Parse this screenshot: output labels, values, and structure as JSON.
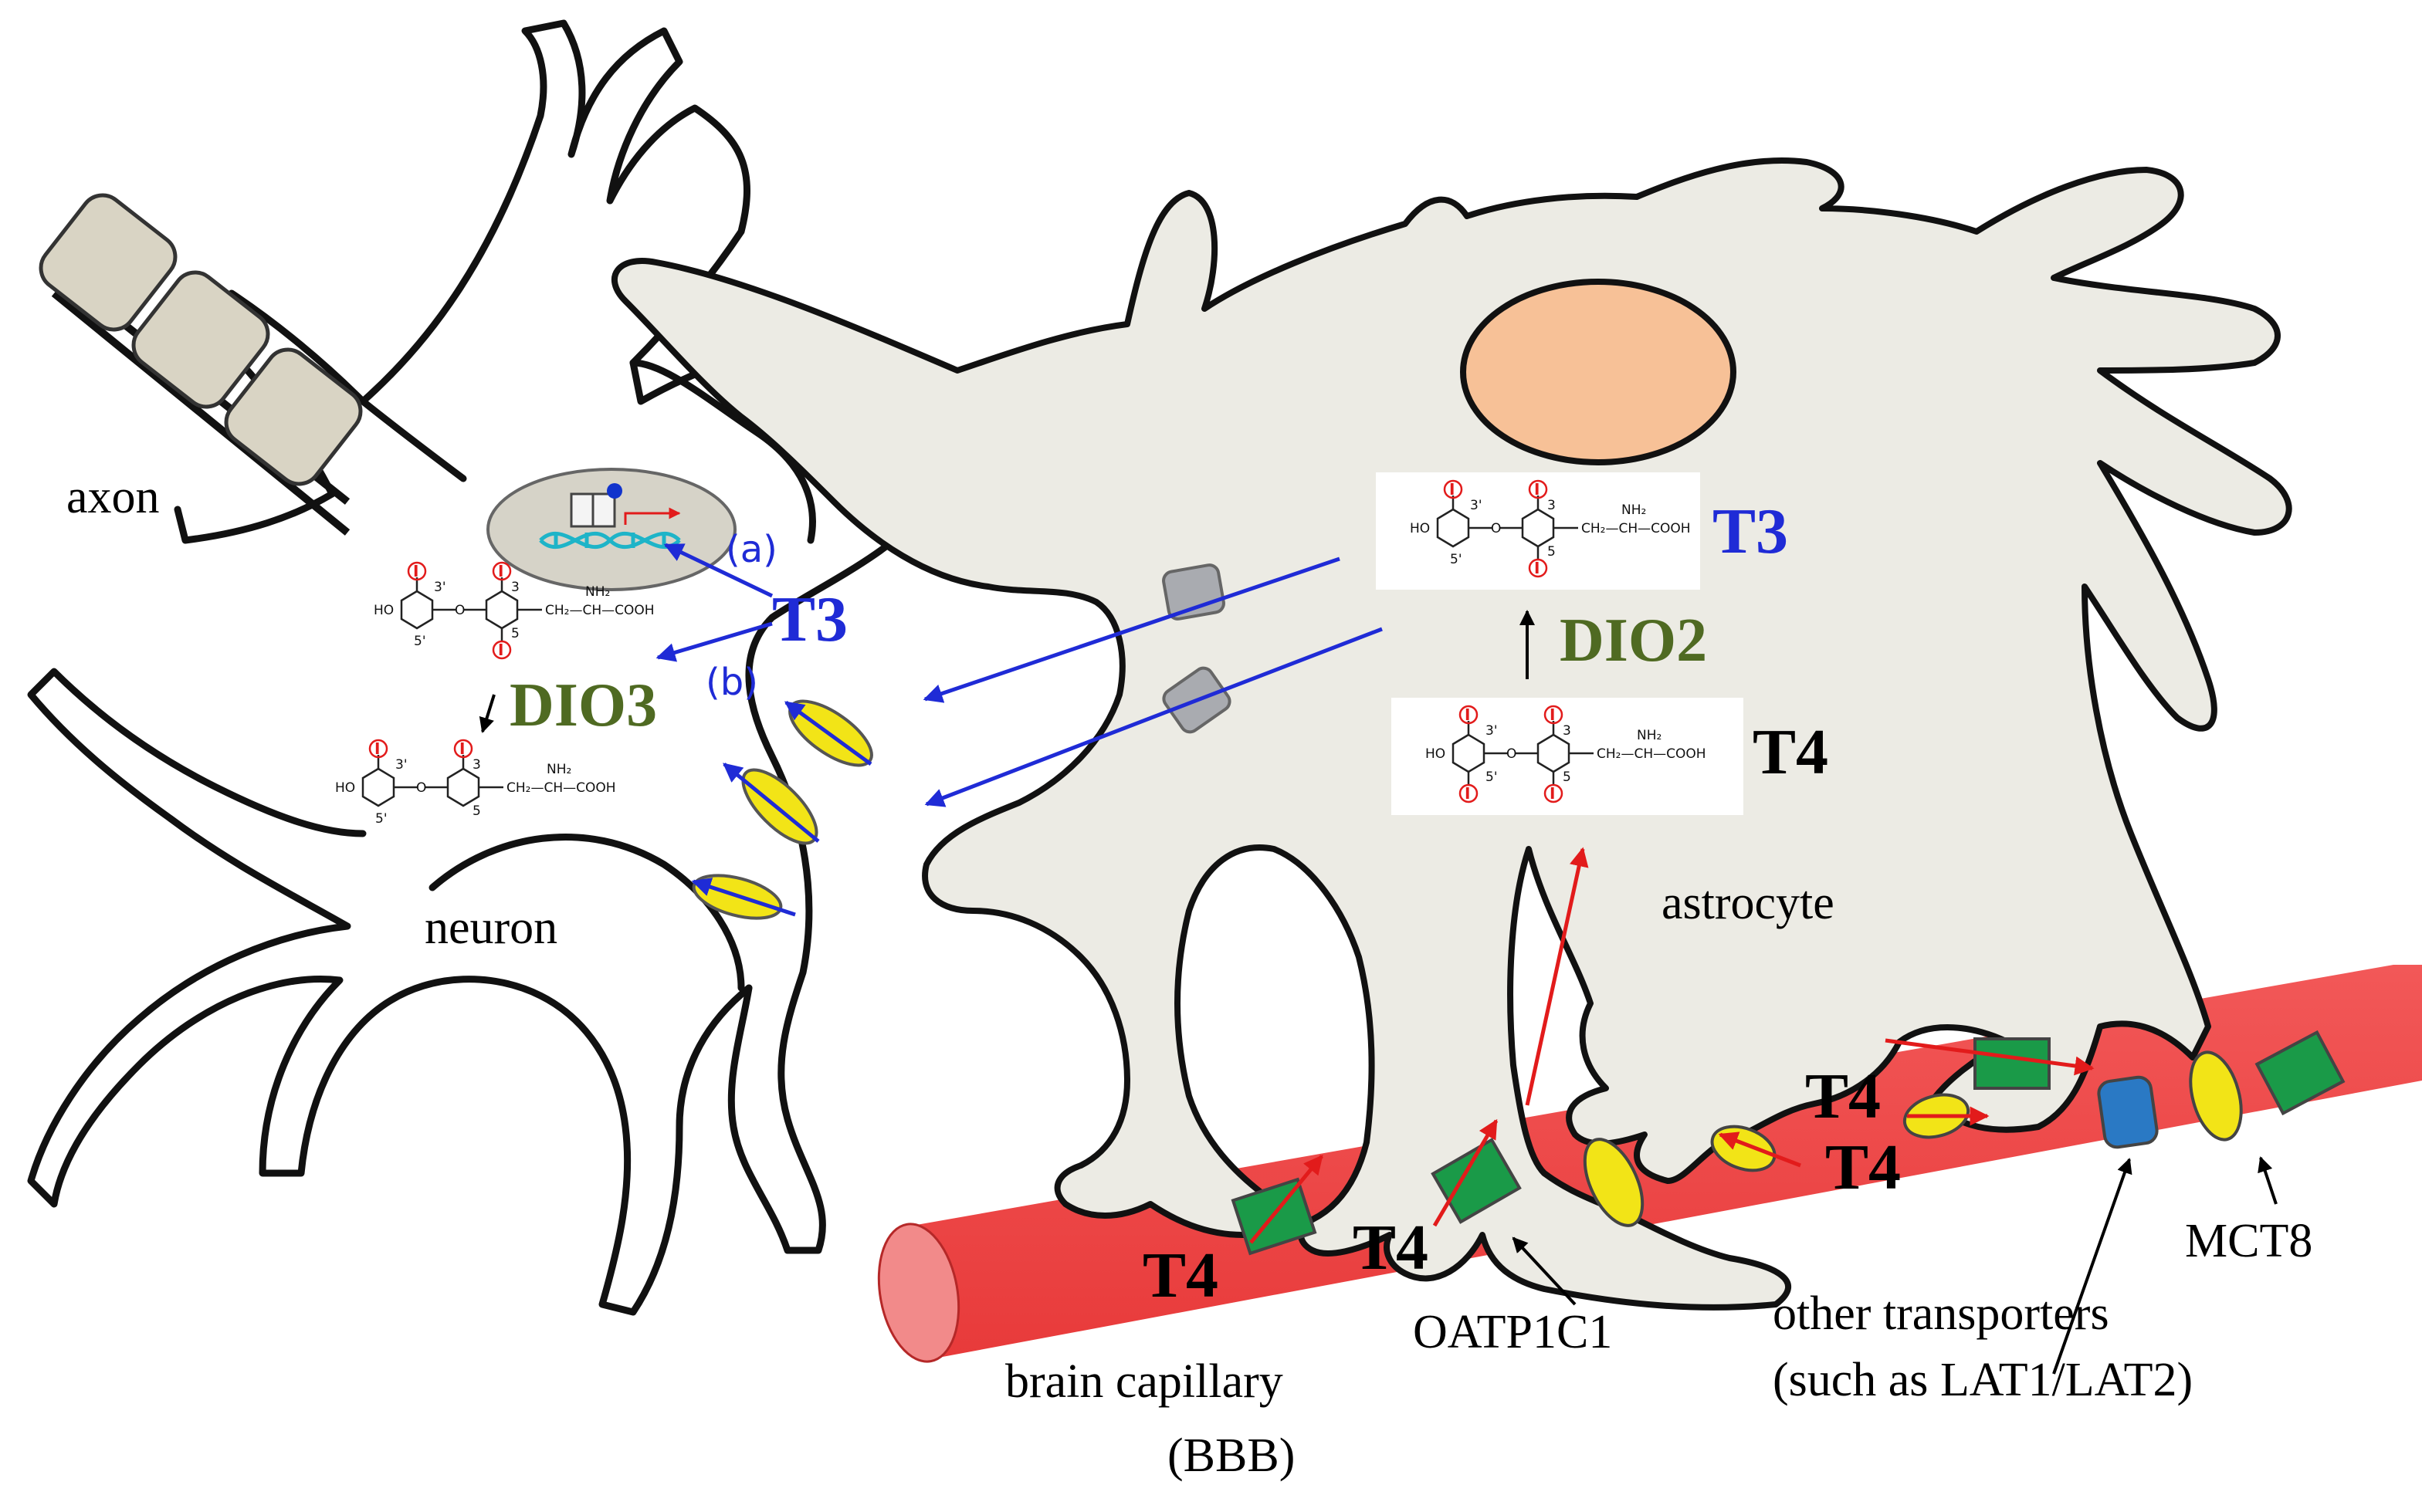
{
  "cells": {
    "axon_label": "axon",
    "neuron_label": "neuron",
    "astrocyte_label": "astrocyte",
    "capillary_label_line1": "brain capillary",
    "capillary_label_line2": "(BBB)"
  },
  "transporters": {
    "oatp_label": "OATP1C1",
    "mct8_label": "MCT8",
    "other_label_line1": "other transporters",
    "other_label_line2": "(such as LAT1/LAT2)"
  },
  "hormones": {
    "t3": "T3",
    "t4": "T4"
  },
  "enzymes": {
    "dio2": "DIO2",
    "dio3": "DIO3"
  },
  "pathways": {
    "a": "(a)",
    "b": "(b)"
  },
  "structure": {
    "iodine": "I",
    "ho": "HO",
    "o": "O",
    "nh2": "NH₂",
    "chain": "CH₂—CH—COOH",
    "pos3p": "3'",
    "pos5p": "5'",
    "pos3": "3",
    "pos5": "5"
  },
  "colors": {
    "cell_fill": "#ecebe4",
    "nucleus_fill": "#f7c197",
    "capillary_fill": "#f04a4a",
    "oatp_fill": "#1a9a48",
    "mct8_fill": "#f2e417",
    "other_fill": "#2a79c4",
    "astro_transporter_fill": "#a9abb0",
    "arrow_blue": "#1f2bd6",
    "arrow_red": "#e21b1b"
  }
}
